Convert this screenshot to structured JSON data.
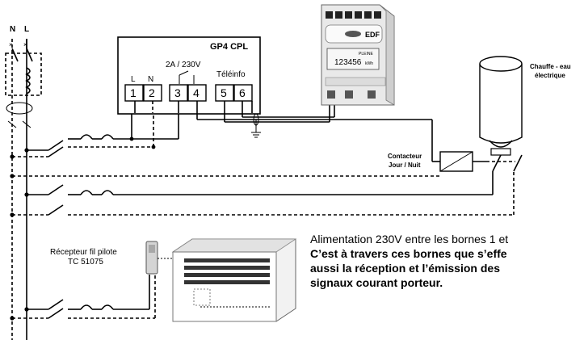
{
  "supply": {
    "n_label": "N",
    "l_label": "L"
  },
  "module": {
    "title": "GP4 CPL",
    "relay_rating": "2A / 230V",
    "label_l": "L",
    "label_n": "N",
    "teleinfo_label": "Téléinfo",
    "terminals": [
      "1",
      "2",
      "3",
      "4",
      "5",
      "6"
    ]
  },
  "meter": {
    "brand": "EDF",
    "reading": "123456",
    "unit": "kWh",
    "badge": "PLEINE"
  },
  "water_heater": {
    "line1": "Chauffe - eau",
    "line2": "électrique"
  },
  "contactor": {
    "line1": "Contacteur",
    "line2": "Jour / Nuit"
  },
  "receiver": {
    "line1": "Récepteur fil pilote",
    "line2": "TC 51075"
  },
  "note": {
    "line1": "Alimentation 230V entre les bornes 1 et",
    "line2": "C’est à travers ces bornes que s’effe",
    "line3": "aussi la réception et l’émission des",
    "line4": "signaux courant porteur."
  }
}
